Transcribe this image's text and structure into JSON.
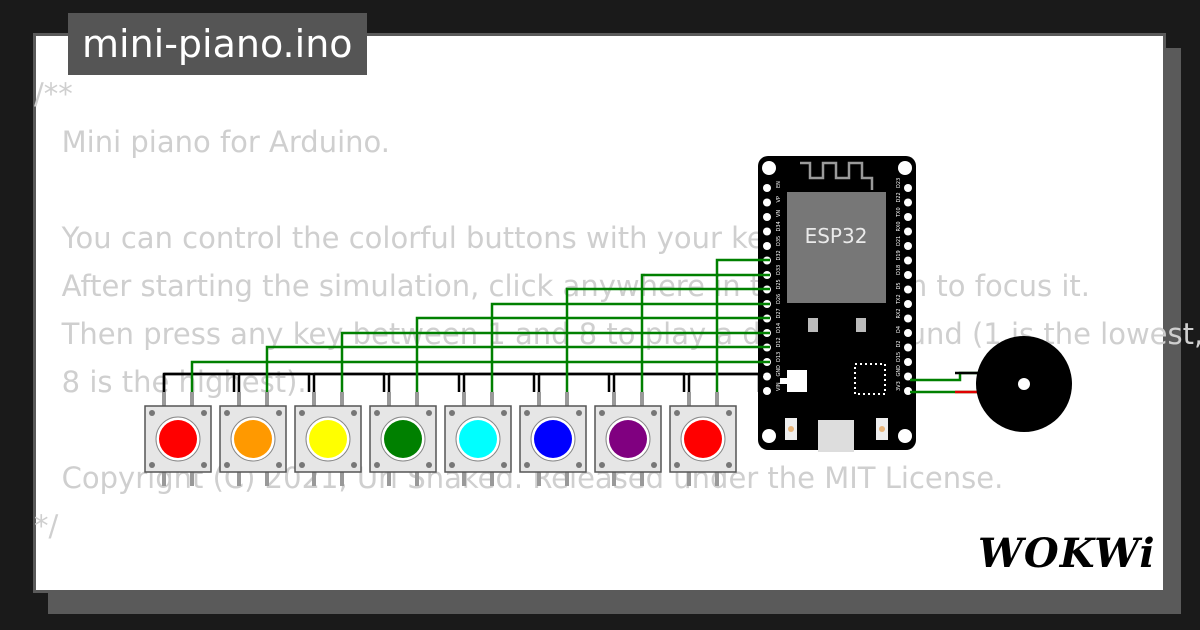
{
  "file_tab": {
    "title": "mini-piano.ino"
  },
  "code_lines": [
    "/**",
    "   Mini piano for Arduino.",
    "",
    "   You can control the colorful buttons with your keyboard:",
    "   After starting the simulation, click anywhere in the diagram to focus it.",
    "   Then press any key between 1 and 8 to play a different sound (1 is the lowest,",
    "   8 is the highest).",
    "",
    "   Copyright (C) 2021, Uri Shaked. Released under the MIT License.",
    "*/"
  ],
  "esp32": {
    "chip_label": "ESP32",
    "left_pins": [
      "EN",
      "VP",
      "VN",
      "D34",
      "D35",
      "D32",
      "D33",
      "D25",
      "D26",
      "D27",
      "D14",
      "D12",
      "D13",
      "GND",
      "VIN"
    ],
    "right_pins": [
      "D23",
      "D22",
      "TX0",
      "RX0",
      "D21",
      "D19",
      "D18",
      "D5",
      "TX2",
      "RX2",
      "D4",
      "D2",
      "D15",
      "GND",
      "3V3"
    ]
  },
  "buttons": [
    {
      "color": "#ff0000",
      "name": "red"
    },
    {
      "color": "#ff9900",
      "name": "orange"
    },
    {
      "color": "#ffff00",
      "name": "yellow"
    },
    {
      "color": "#008000",
      "name": "green"
    },
    {
      "color": "#00ffff",
      "name": "cyan"
    },
    {
      "color": "#0000ff",
      "name": "blue"
    },
    {
      "color": "#800080",
      "name": "purple"
    },
    {
      "color": "#ff0000",
      "name": "red"
    }
  ],
  "brand": {
    "logo_text": "WOKWi"
  },
  "colors": {
    "wire_signal": "#008000",
    "wire_ground": "#000000",
    "board": "#000000",
    "background": "#1a1a1a"
  }
}
